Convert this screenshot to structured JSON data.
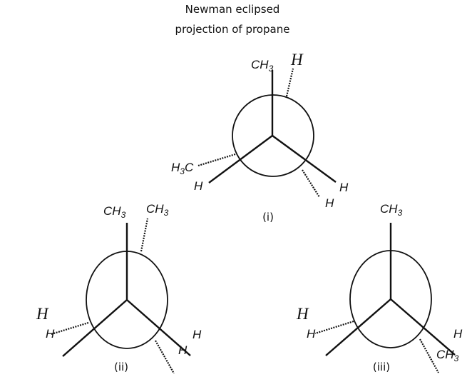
{
  "title": {
    "line1": "Newman eclipsed",
    "line2": "projection of propane"
  },
  "diagrams": [
    {
      "caption": "(i)",
      "front_top": {
        "main": "CH",
        "sub": "3"
      },
      "back_top": "H",
      "back_left": {
        "pre": "H",
        "sub": "3",
        "post": "C"
      },
      "front_left": "H",
      "front_right": "H",
      "back_right": "H"
    },
    {
      "caption": "(ii)",
      "front_top": {
        "main": "CH",
        "sub": "3"
      },
      "back_top": {
        "main": "CH",
        "sub": "3"
      },
      "back_left": "H",
      "front_left": "H",
      "front_right": "H",
      "back_right": "H"
    },
    {
      "caption": "(iii)",
      "front_top": {
        "main": "CH",
        "sub": "3"
      },
      "back_left": "H",
      "front_left": "H",
      "front_right": "H",
      "back_right": {
        "main": "CH",
        "sub": "3"
      }
    }
  ]
}
